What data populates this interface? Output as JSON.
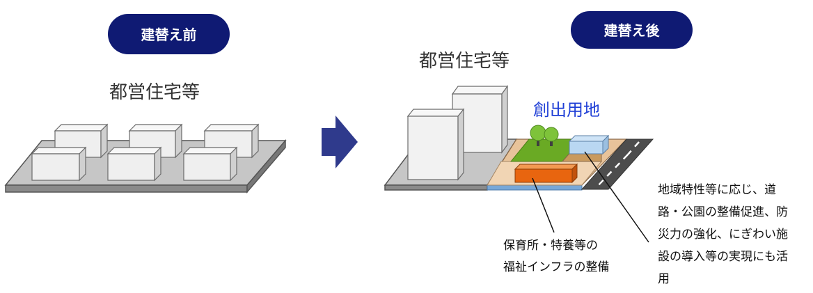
{
  "before": {
    "badge": "建替え前",
    "title": "都営住宅等"
  },
  "after": {
    "badge": "建替え後",
    "title": "都営住宅等",
    "created_land_label": "創出用地"
  },
  "annotations": {
    "welfare_line_1": "保育所・特養等の",
    "welfare_line_2": "福祉インフラの整備",
    "regional_line_1": "地域特性等に応じ、道",
    "regional_line_2": "路・公園の整備促進、防",
    "regional_line_3": "災力の強化、にぎわい施",
    "regional_line_4": "設の導入等の実現にも活",
    "regional_line_5": "用"
  },
  "colors": {
    "badge_fill": "#0f1a73",
    "arrow_fill": "#2f3a8c",
    "created_land_text": "#1f3fd6",
    "park_green": "#6aaa24",
    "welfare_orange": "#e8650f",
    "road_dark": "#4d4d4d"
  },
  "icons": {
    "direction_arrow": "right-arrow-icon",
    "trees": "tree-icon"
  }
}
